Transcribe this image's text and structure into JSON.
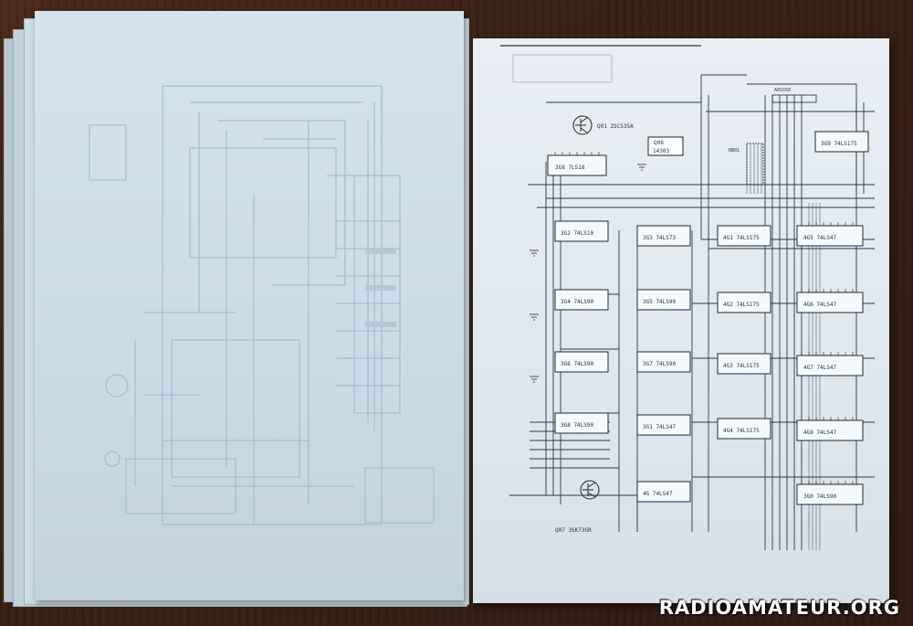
{
  "photo": {
    "watermark": "RADIOAMATEUR.ORG"
  },
  "right_schematic": {
    "transistor_top": "Q01 2SC535A",
    "transistor_bottom": "Q07 3SK73GR",
    "chip_q08": "Q08",
    "chip_q08_part": "14303",
    "resistor_array": "RB01",
    "connector_label": "A8SS50",
    "chips": [
      "3G8 7LS18",
      "3G9 74LS175",
      "3G2 74LS10",
      "3G3 74LS73",
      "3G4 74LS90",
      "3G5 74LS90",
      "3G6 74LS90",
      "3G7 74LS90",
      "3G8 74LS90",
      "3G1 74LS47",
      "4G 74LS47",
      "4G1 74LS175",
      "4G2 74LS175",
      "4G3 74LS175",
      "4G4 74LS175",
      "4G5 74LS47",
      "4G6 74LS47",
      "4G7 74LS47",
      "4G8 74LS47",
      "3G0 74LS90"
    ]
  }
}
